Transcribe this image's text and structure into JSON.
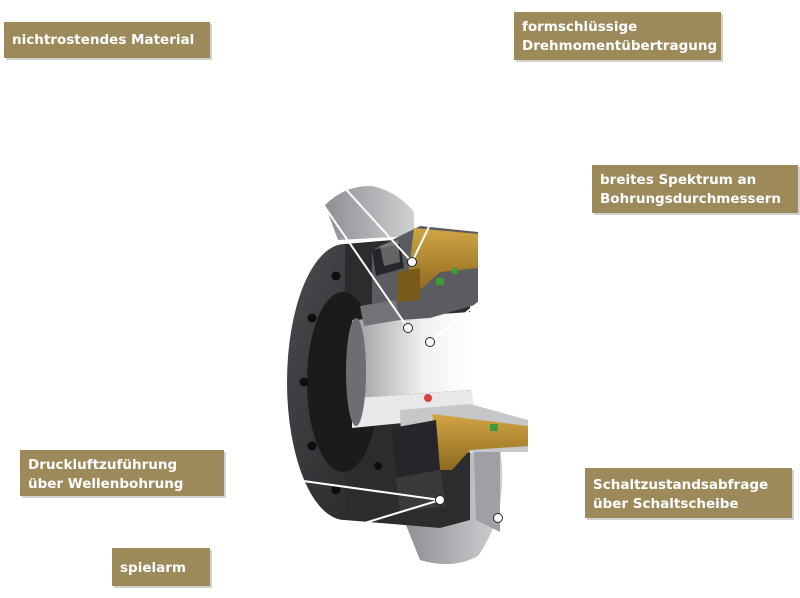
{
  "colors": {
    "label_bg": "#9c8a5b",
    "leader_line": "#ffffff",
    "dark_metal": "#3a3a3c",
    "mid_metal": "#55565a",
    "light_metal": "#b9babc",
    "brass": "#b4892e",
    "seal": "#3f9a3a",
    "highlight": "#d9dadc"
  },
  "labels": [
    {
      "id": "lbl-1",
      "lines": [
        "nichtrostendes Material"
      ]
    },
    {
      "id": "lbl-2",
      "lines": [
        "formschlüssige",
        "Drehmomentübertragung"
      ]
    },
    {
      "id": "lbl-3",
      "lines": [
        "breites Spektrum an",
        "Bohrungsdurchmessern"
      ]
    },
    {
      "id": "lbl-4",
      "lines": [
        "Druckluftzuführung",
        "über Wellenbohrung"
      ]
    },
    {
      "id": "lbl-5",
      "lines": [
        "Schaltzustandsabfrage",
        "über Schaltscheibe"
      ]
    },
    {
      "id": "lbl-6",
      "lines": [
        "spielarm"
      ]
    }
  ],
  "illustration": {
    "subject": "clutch-cutaway",
    "icon": "mechanical-coupling-cutaway"
  }
}
